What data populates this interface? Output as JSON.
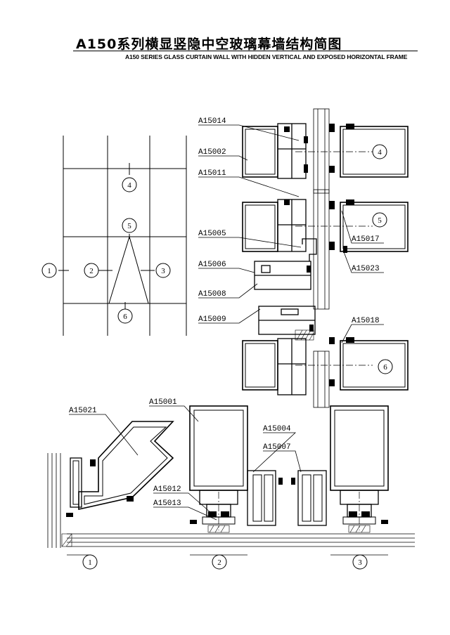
{
  "title": {
    "cn": "A150系列横显竖隐中空玻璃幕墙结构简图",
    "en": "A150 SERIES GLASS CURTAIN WALL WITH HIDDEN VERTICAL AND EXPOSED HORIZONTAL FRAME"
  },
  "elevation": {
    "markers": [
      "1",
      "2",
      "3",
      "4",
      "5",
      "6"
    ]
  },
  "vertical_section": {
    "labels": [
      "A15014",
      "A15002",
      "A15011",
      "A15005",
      "A15006",
      "A15008",
      "A15009",
      "A15017",
      "A15023",
      "A15018"
    ],
    "markers": [
      "4",
      "5",
      "6"
    ]
  },
  "horizontal_section": {
    "labels": [
      "A15021",
      "A15001",
      "A15004",
      "A15007",
      "A15012",
      "A15013"
    ],
    "markers": [
      "1",
      "2",
      "3"
    ]
  }
}
